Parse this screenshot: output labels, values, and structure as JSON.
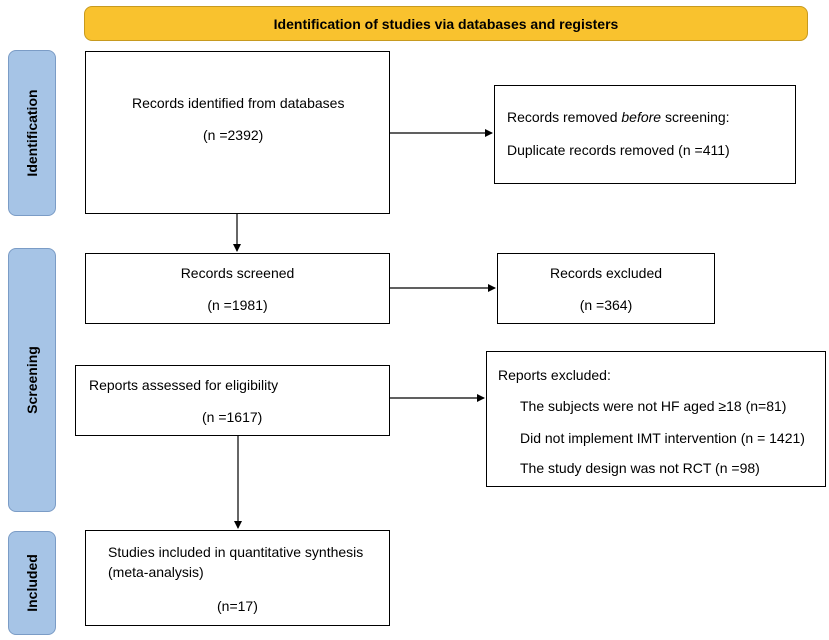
{
  "header": {
    "title": "Identification of studies via databases and registers"
  },
  "phases": {
    "identification": "Identification",
    "screening": "Screening",
    "included": "Included"
  },
  "boxes": {
    "identified": {
      "line1": "Records identified from databases",
      "line2": "(n =2392)"
    },
    "removed": {
      "line1_prefix": "Records removed ",
      "line1_emph": "before",
      "line1_suffix": " screening:",
      "line2": "Duplicate records removed (n =411)"
    },
    "screened": {
      "line1": "Records screened",
      "line2": "(n =1981)"
    },
    "excluded": {
      "line1": "Records excluded",
      "line2": "(n =364)"
    },
    "assessed": {
      "line1": "Reports assessed for eligibility",
      "line2": "(n =1617)"
    },
    "reports_excluded": {
      "title": "Reports excluded:",
      "items": [
        "The subjects were not HF aged ≥18 (n=81)",
        "Did not implement IMT intervention (n = 1421)",
        "The study design was not RCT (n =98)"
      ]
    },
    "included": {
      "line1": "Studies included in quantitative synthesis",
      "line2": "(meta-analysis)",
      "line3": "(n=17)"
    }
  }
}
